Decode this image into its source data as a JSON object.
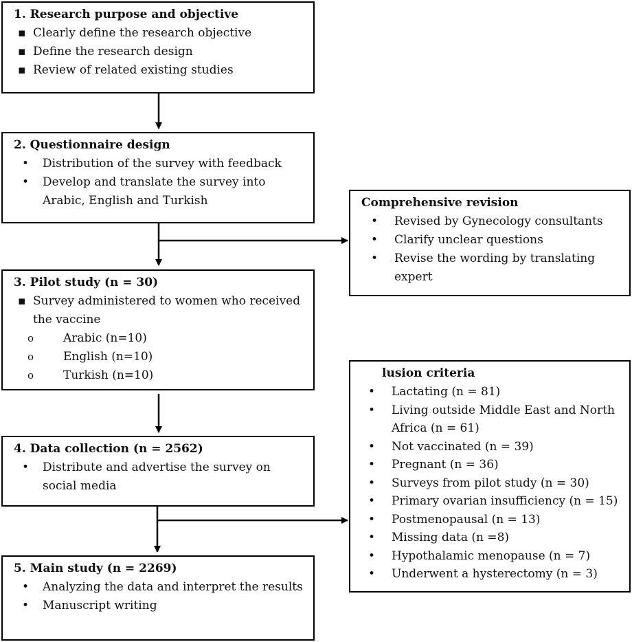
{
  "steps": {
    "purpose": {
      "title": "1. Research purpose and objective",
      "items": [
        "Clearly define the research objective",
        "Define the research design",
        "Review of related existing studies"
      ]
    },
    "questionnaire": {
      "title": "2. Questionnaire design",
      "items": [
        "Distribution of the survey with feedback",
        "Develop and translate the survey into Arabic, English and Turkish"
      ]
    },
    "pilot": {
      "title": "3. Pilot study (n = 30)",
      "items": [
        "Survey administered to women who received the vaccine"
      ],
      "subitems": [
        "Arabic (n=10)",
        "English (n=10)",
        "Turkish (n=10)"
      ]
    },
    "collection": {
      "title": "4. Data collection (n = 2562)",
      "items": [
        "Distribute and advertise the survey on social media"
      ]
    },
    "main": {
      "title": "5. Main study (n = 2269)",
      "items": [
        "Analyzing the data and interpret the results",
        "Manuscript writing"
      ]
    }
  },
  "revision": {
    "title": "Comprehensive revision",
    "items": [
      "Revised by Gynecology consultants",
      "Clarify unclear questions",
      "Revise the wording by translating expert"
    ]
  },
  "exclusion": {
    "title": "lusion criteria",
    "items": [
      "Lactating (n = 81)",
      "Living outside Middle East and North Africa (n = 61)",
      "Not vaccinated (n = 39)",
      "Pregnant (n = 36)",
      "Surveys from pilot study (n = 30)",
      "Primary ovarian insufficiency (n = 15)",
      "Postmenopausal (n = 13)",
      "Missing data (n =8)",
      "Hypothalamic menopause (n = 7)",
      "Underwent a hysterectomy (n = 3)"
    ]
  },
  "bullets": {
    "square": "▪",
    "dot": "•",
    "circle": "o"
  }
}
